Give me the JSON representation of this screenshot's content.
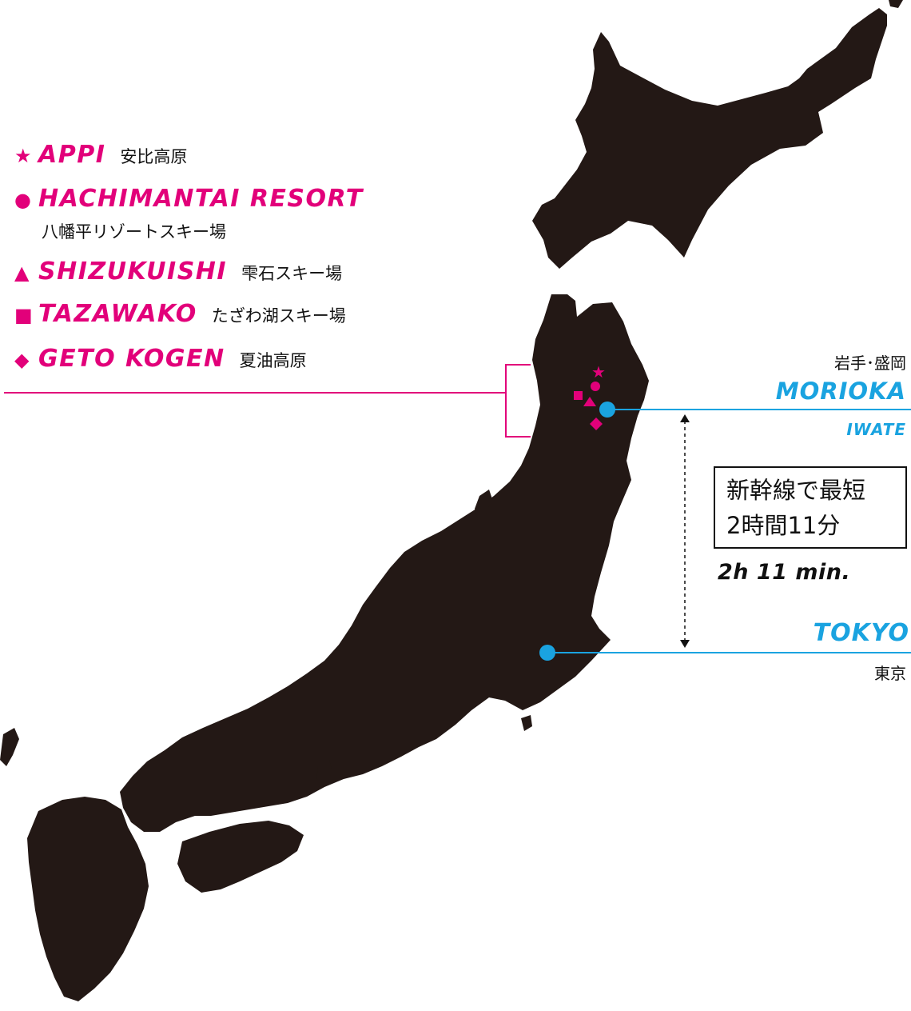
{
  "legend": [
    {
      "symbol": "★",
      "symbol_icon": "star-icon",
      "name_en": "APPI",
      "name_ja": "安比高原"
    },
    {
      "symbol": "●",
      "symbol_icon": "circle-icon",
      "name_en": "HACHIMANTAI RESORT",
      "name_ja": "八幡平リゾートスキー場"
    },
    {
      "symbol": "▲",
      "symbol_icon": "triangle-icon",
      "name_en": "SHIZUKUISHI",
      "name_ja": "雫石スキー場"
    },
    {
      "symbol": "■",
      "symbol_icon": "square-icon",
      "name_en": "TAZAWAKO",
      "name_ja": "たざわ湖スキー場"
    },
    {
      "symbol": "◆",
      "symbol_icon": "diamond-icon",
      "name_en": "GETO KOGEN",
      "name_ja": "夏油高原"
    }
  ],
  "cities": {
    "morioka": {
      "name_en": "MORIOKA",
      "name_ja": "岩手･盛岡",
      "prefecture_en": "IWATE"
    },
    "tokyo": {
      "name_en": "TOKYO",
      "name_ja": "東京"
    }
  },
  "travel": {
    "line1": "新幹線で最短",
    "line2": "2時間11分",
    "en": "2h 11 min."
  },
  "colors": {
    "resort_accent": "#e2007a",
    "city_accent": "#1aa3e0",
    "land": "#231815",
    "text": "#111111"
  }
}
